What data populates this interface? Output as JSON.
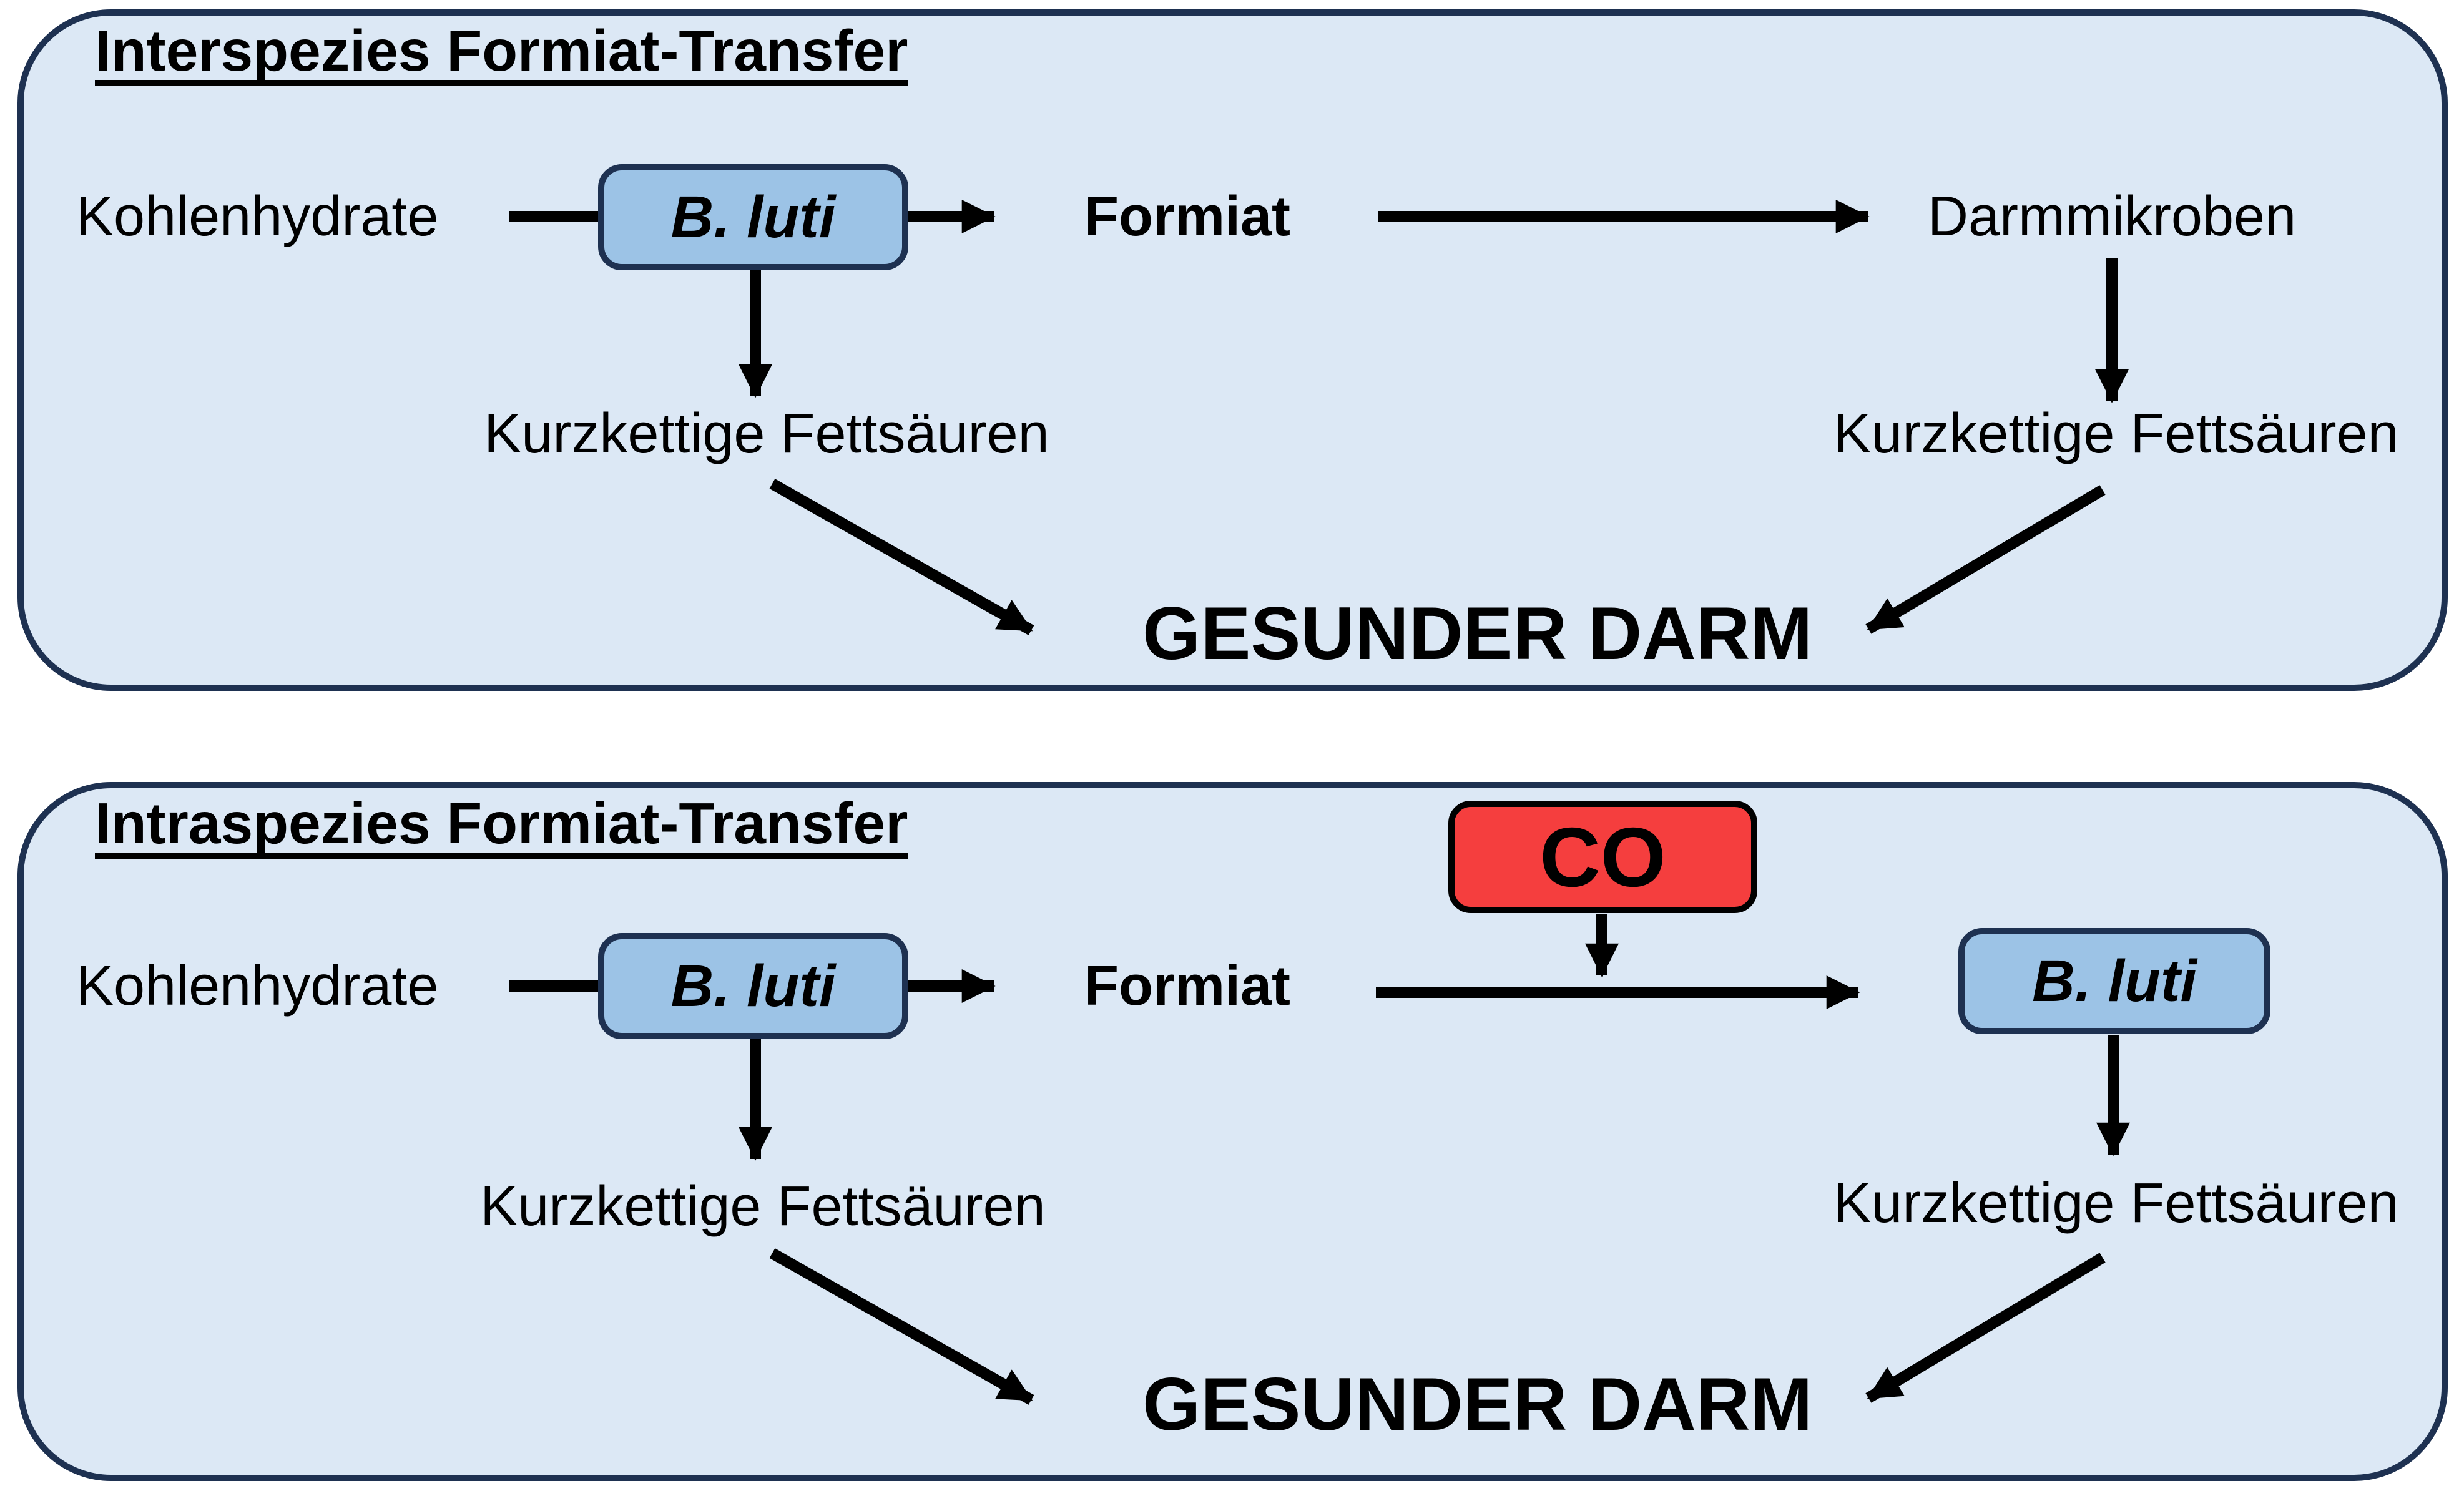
{
  "colors": {
    "panel_bg": "#dce8f5",
    "panel_border": "#1e3151",
    "node_fill": "#9cc3e6",
    "node_border": "#1e3151",
    "co_fill": "#f53e3e",
    "co_border": "#000000",
    "text": "#000000"
  },
  "panels": [
    {
      "title": "Interspezies Formiat-Transfer",
      "nodes": {
        "kohlenhydrate": "Kohlenhydrate",
        "b_luti": "B. luti",
        "formiat": "Formiat",
        "darmmikroben": "Darmmikroben",
        "scfa_left": "Kurzkettige Fettsäuren",
        "scfa_right": "Kurzkettige Fettsäuren",
        "outcome": "GESUNDER DARM"
      }
    },
    {
      "title": "Intraspezies Formiat-Transfer",
      "nodes": {
        "kohlenhydrate": "Kohlenhydrate",
        "b_luti_left": "B. luti",
        "formiat": "Formiat",
        "co": "CO",
        "b_luti_right": "B. luti",
        "scfa_left": "Kurzkettige Fettsäuren",
        "scfa_right": "Kurzkettige Fettsäuren",
        "outcome": "GESUNDER DARM"
      }
    }
  ]
}
